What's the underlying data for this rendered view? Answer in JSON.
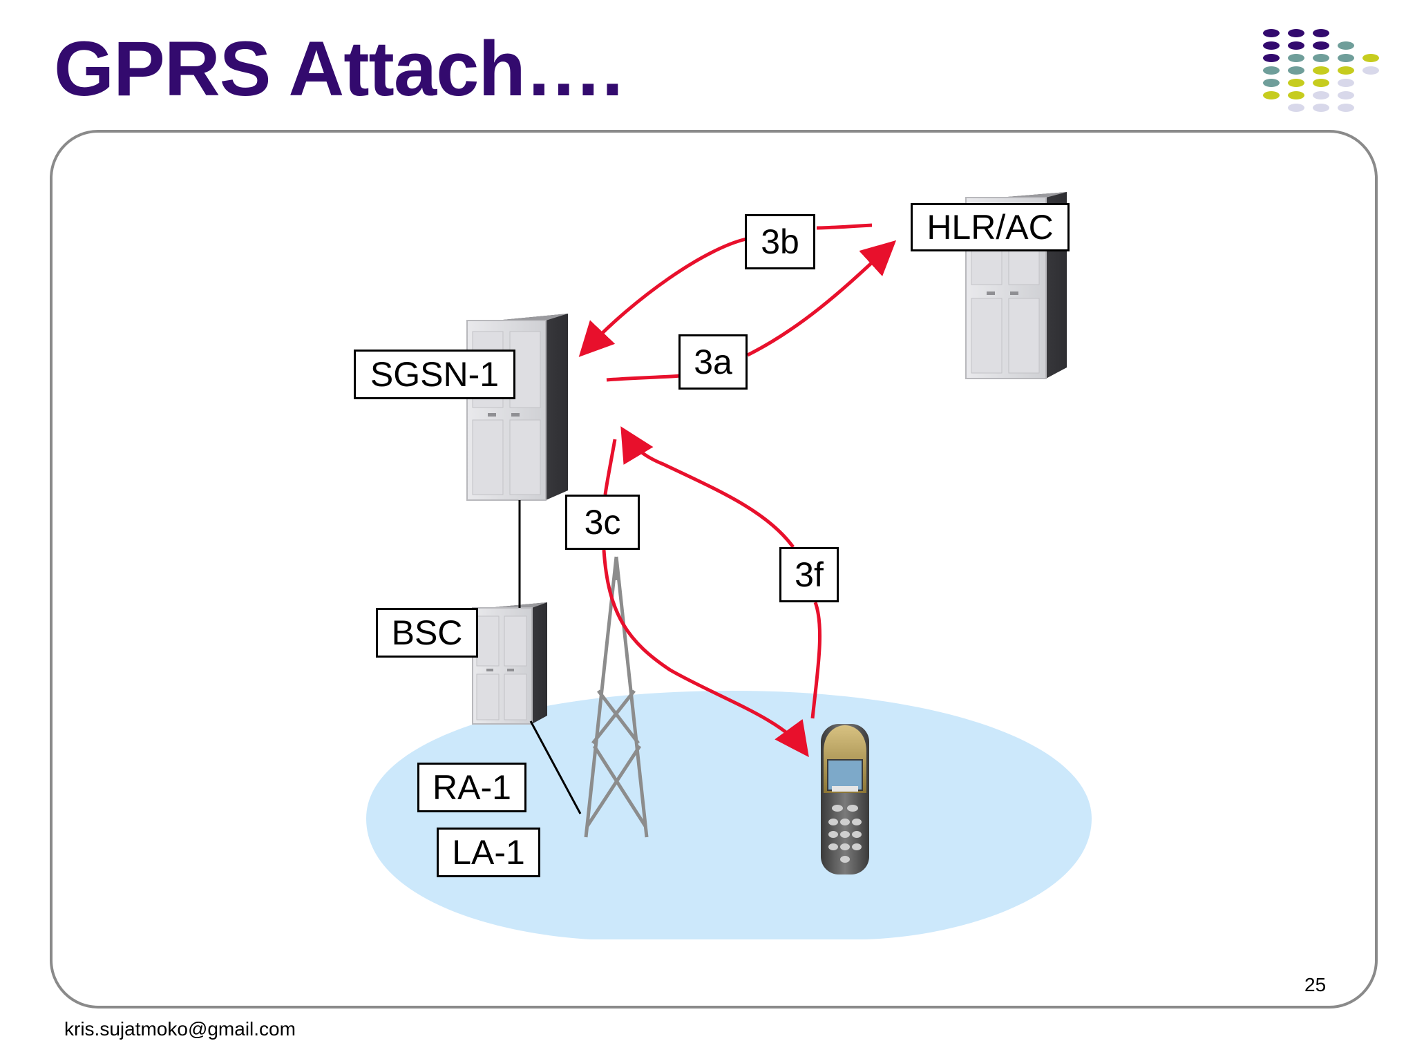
{
  "slide": {
    "title": "GPRS Attach….",
    "page_number": "25",
    "footer": "kris.sujatmoko@gmail.com"
  },
  "nodes": {
    "sgsn": "SGSN-1",
    "hlr": "HLR/AC",
    "bsc": "BSC",
    "ra": "RA-1",
    "la": "LA-1"
  },
  "steps": {
    "step_3a": "3a",
    "step_3b": "3b",
    "step_3c": "3c",
    "step_3f": "3f"
  },
  "colors": {
    "title": "#330a6e",
    "arrow": "#e8102c",
    "cell_area": "#cce8fb",
    "frame": "#8a8a8a"
  },
  "icons": {
    "logo": "dot-grid-logo",
    "server": "server-rack-icon",
    "tower": "cell-tower-icon",
    "phone": "mobile-phone-icon"
  }
}
